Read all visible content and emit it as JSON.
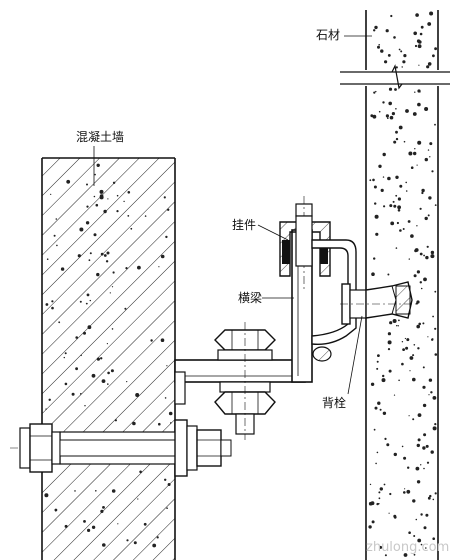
{
  "labels": {
    "stone": "石材",
    "concrete_wall": "混凝土墙",
    "hanger": "挂件",
    "crossbeam": "横梁",
    "back_bolt": "背栓"
  },
  "watermark": "zhulong.com",
  "colors": {
    "line": "#111111",
    "background": "#ffffff",
    "watermark": "#c8c8c8"
  }
}
